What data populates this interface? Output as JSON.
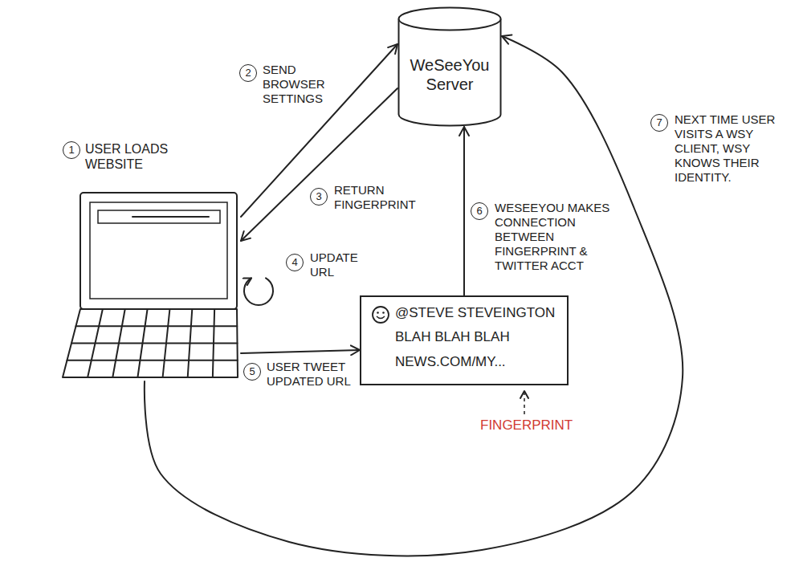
{
  "diagram": {
    "nodes": [
      {
        "text": [
          "WeSeeYou Server"
        ]
      },
      {
        "text": [
          "USER LOADS WEBSITE"
        ]
      },
      {
        "text": [
          "@STEVE STEVEINGTON",
          "BLAH BLAH BLAH",
          "NEWS.COM/MY..."
        ]
      }
    ],
    "edges": [
      {
        "from": 1,
        "to": 0,
        "arrow": "to",
        "label": "SEND BROWSER SETTINGS"
      },
      {
        "from": 0,
        "to": 1,
        "arrow": "to",
        "label": "RETURN FINGERPRINT"
      },
      {
        "from": 1,
        "to": 2,
        "arrow": "to",
        "label": "USER TWEET UPDATED URL"
      },
      {
        "from": 2,
        "to": 0,
        "arrow": "to",
        "label": "WESEEYOU MAKES CONNECTION BETWEEN FINGERPRINT & TWITTER ACCT"
      },
      {
        "from": 1,
        "to": 0,
        "arrow": "to",
        "label": "NEXT TIME USER VISITS A WSY CLIENT, WSY KNOWS THEIR IDENTITY."
      }
    ],
    "labels": [
      "1",
      "2",
      "3",
      "4",
      "UPDATE URL",
      "5",
      "6",
      "7",
      "FINGERPRINT"
    ]
  }
}
